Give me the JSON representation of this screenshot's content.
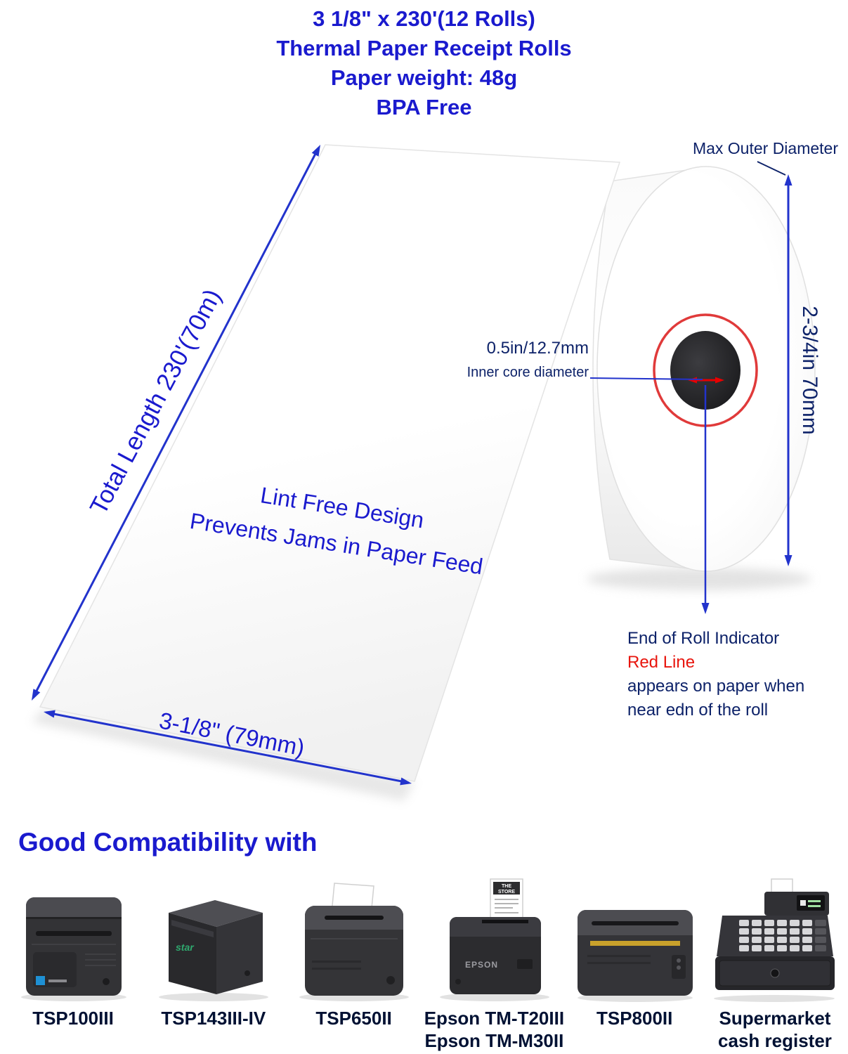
{
  "header": {
    "line1": "3 1/8\" x 230'(12 Rolls)",
    "line2": "Thermal Paper Receipt Rolls",
    "line3": "Paper weight: 48g",
    "line4": "BPA Free"
  },
  "diagram": {
    "max_outer_diameter": "Max Outer Diameter",
    "outer_diameter_value": "2-3/4in 70mm",
    "inner_core_value": "0.5in/12.7mm",
    "inner_core_label": "Inner core diameter",
    "total_length": "Total Length 230'(70m)",
    "paper_line1": "Lint Free Design",
    "paper_line2": "Prevents Jams in Paper Feed",
    "width_label": "3-1/8\" (79mm)",
    "end_of_roll_line1": "End of Roll Indicator",
    "end_of_roll_line2": "Red Line",
    "end_of_roll_line3": "appears on paper when",
    "end_of_roll_line4": "near edn of the roll"
  },
  "compatibility": {
    "heading": "Good Compatibility with",
    "printers": [
      {
        "lines": [
          "TSP100III"
        ]
      },
      {
        "lines": [
          "TSP143III-IV"
        ],
        "brand": "star"
      },
      {
        "lines": [
          "TSP650II"
        ]
      },
      {
        "lines": [
          "Epson TM-T20III",
          "Epson TM-M30II"
        ],
        "brand": "EPSON",
        "receipt_line1": "THE",
        "receipt_line2": "STORE"
      },
      {
        "lines": [
          "TSP800II"
        ]
      },
      {
        "lines": [
          "Supermarket",
          "cash register"
        ]
      }
    ]
  },
  "colors": {
    "title_blue": "#1a1ace",
    "annotation_navy": "#0d2269",
    "arrow_blue": "#2233cc",
    "red": "#e8150d",
    "red_ring": "#e03a3a",
    "printer_label_navy": "#001133"
  }
}
